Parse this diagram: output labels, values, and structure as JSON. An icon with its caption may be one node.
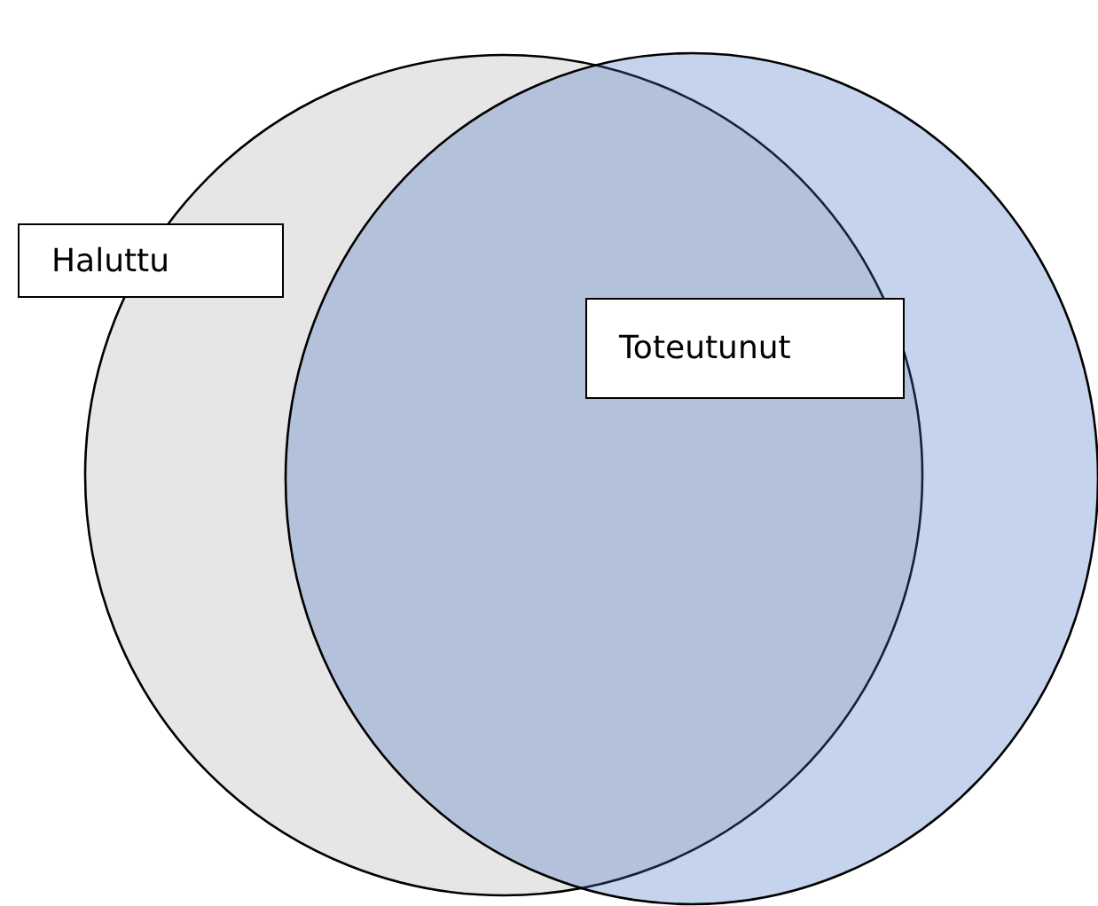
{
  "diagram": {
    "nodes": [
      {
        "text": [],
        "shape": "circle"
      },
      {
        "text": [],
        "shape": "circle"
      },
      {
        "text": [
          "Haluttu"
        ]
      },
      {
        "text": [
          "Toteutunut"
        ]
      }
    ]
  }
}
